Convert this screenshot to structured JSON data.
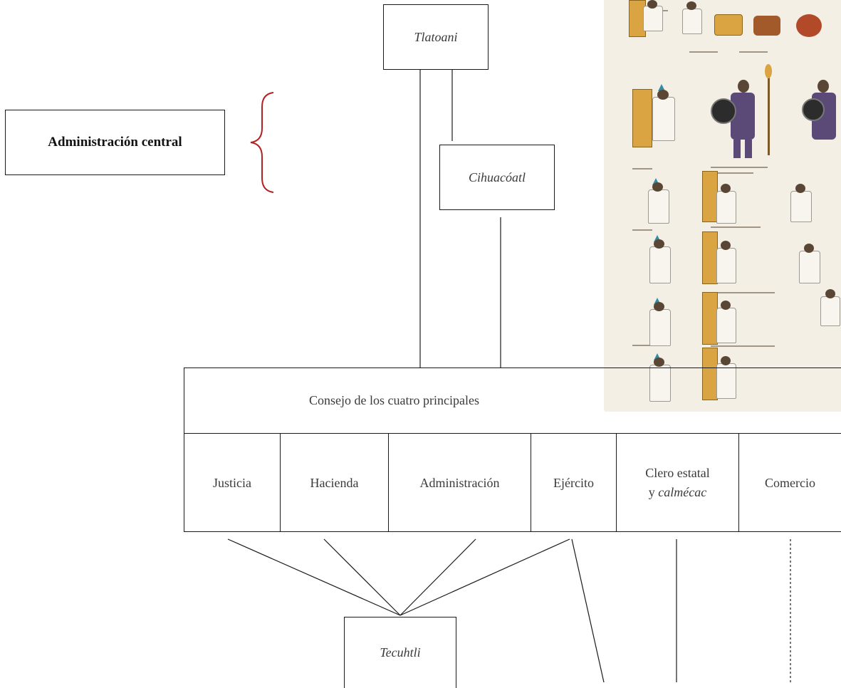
{
  "boxes": {
    "tlatoani": "Tlatoani",
    "cihuacoatl": "Cihuacóatl",
    "admin_central": "Administración central",
    "consejo": "Consejo de los cuatro principales",
    "tecuhtli": "Tecuhtli"
  },
  "departments": [
    {
      "label": "Justicia"
    },
    {
      "label": "Hacienda"
    },
    {
      "label": "Administración"
    },
    {
      "label": "Ejército"
    },
    {
      "label": "Clero estatal",
      "label2": "y",
      "label2_italic": "calmécac"
    },
    {
      "label": "Comercio"
    }
  ],
  "colors": {
    "brace": "#b22222",
    "line": "#1a1a1a"
  },
  "image": {
    "icon": "codex-mendoza-illustration"
  }
}
